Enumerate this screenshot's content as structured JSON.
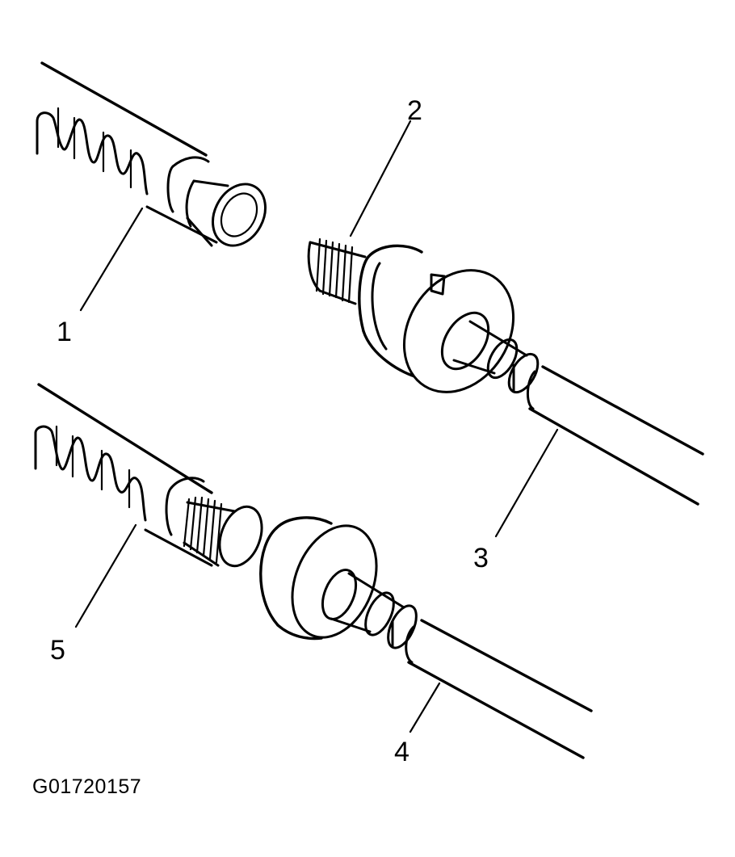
{
  "figure_id": "G01720157",
  "callouts": [
    "1",
    "2",
    "3",
    "4",
    "5"
  ]
}
